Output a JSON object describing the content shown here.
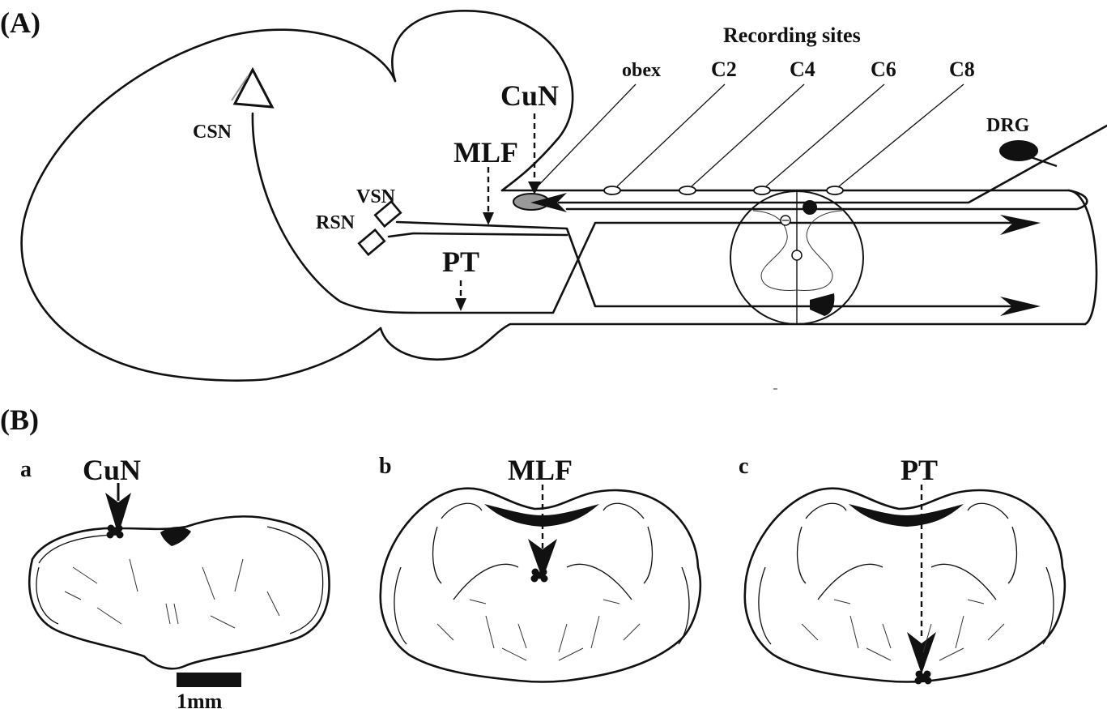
{
  "panel_a": {
    "label": "(A)",
    "recording_title": "Recording sites",
    "recording_sites": [
      "obex",
      "C2",
      "C4",
      "C6",
      "C8"
    ],
    "structures": {
      "csn": "CSN",
      "vsn": "VSN",
      "rsn": "RSN",
      "cun": "CuN",
      "mlf": "MLF",
      "pt": "PT",
      "drg": "DRG"
    }
  },
  "panel_b": {
    "label": "(B)",
    "sections": [
      {
        "letter": "a",
        "target": "CuN"
      },
      {
        "letter": "b",
        "target": "MLF"
      },
      {
        "letter": "c",
        "target": "PT"
      }
    ],
    "scale_bar": "1mm"
  }
}
